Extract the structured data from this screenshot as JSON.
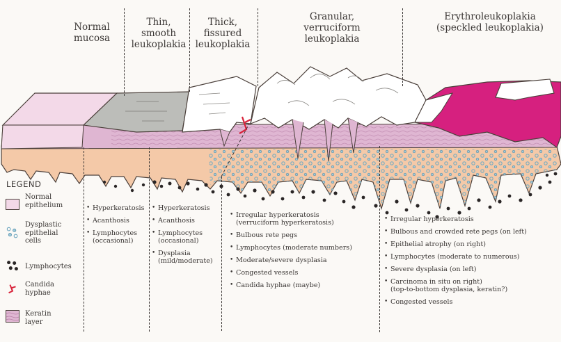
{
  "stages": [
    {
      "key": "normal",
      "title": "Normal\nmucosa"
    },
    {
      "key": "thin",
      "title": "Thin,\nsmooth\nleukoplakia"
    },
    {
      "key": "thick",
      "title": "Thick,\nfissured\nleukoplakia"
    },
    {
      "key": "granular",
      "title": "Granular,\nverruciform\nleukoplakia"
    },
    {
      "key": "erythro",
      "title": "Erythroleukoplakia\n(speckled leukoplakia)"
    }
  ],
  "legend": {
    "title": "LEGEND",
    "items": [
      {
        "key": "normal-epithelium",
        "label": "Normal\nepithelium",
        "icon": "normal-epithelium-swatch"
      },
      {
        "key": "dysplastic",
        "label": "Dysplastic\nepithelial\ncells",
        "icon": "dysplastic-cells-icon"
      },
      {
        "key": "lymphocytes",
        "label": "Lymphocytes",
        "icon": "lymphocytes-icon"
      },
      {
        "key": "candida",
        "label": "Candida\nhyphae",
        "icon": "candida-hyphae-icon"
      },
      {
        "key": "keratin",
        "label": "Keratin\nlayer",
        "icon": "keratin-layer-swatch"
      }
    ]
  },
  "features": {
    "thin": [
      "Hyperkeratosis",
      "Acanthosis",
      "Lymphocytes\n(occasional)"
    ],
    "thick": [
      "Hyperkeratosis",
      "Acanthosis",
      "Lymphocytes\n(occasional)",
      "Dysplasia\n(mild/moderate)"
    ],
    "granular": [
      "Irregular hyperkeratosis\n(verruciform hyperkeratosis)",
      "Bulbous rete pegs",
      "Lymphocytes (moderate numbers)",
      "Moderate/severe dysplasia",
      "Congested vessels",
      "Candida hyphae (maybe)"
    ],
    "erythro": [
      "Irregular hyperkeratosis",
      "Bulbous and crowded rete pegs (on left)",
      "Epithelial atrophy (on right)",
      "Lymphocytes (moderate to numerous)",
      "Severe dysplasia (on left)",
      "Carcinoma in situ on right)\n(top-to-bottom dysplasia, keratin?)",
      "Congested vessels"
    ]
  },
  "colors": {
    "normal_epithelium": "#f3d9e8",
    "keratin": "#dfb6d2",
    "connective": "#f4c9a8",
    "erythro": "#d6207f",
    "dysplastic": "#7fb8cf",
    "lymphocyte": "#2a2626",
    "candida": "#d8223a",
    "white_keratin": "#ffffff",
    "grey_keratin": "#bcbdb9"
  }
}
